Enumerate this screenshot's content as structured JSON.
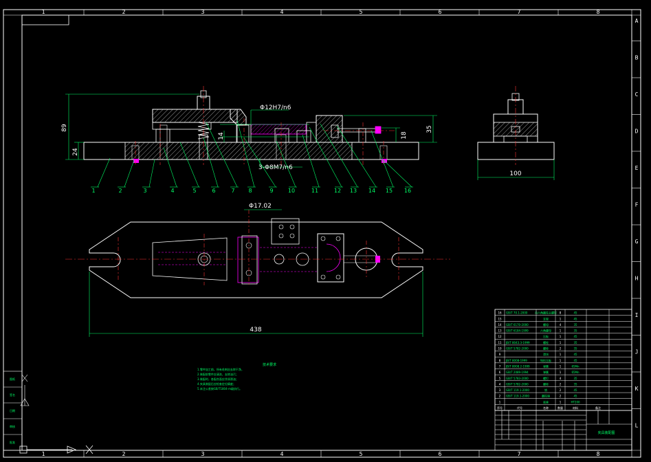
{
  "grid": {
    "columns": [
      "1",
      "2",
      "3",
      "4",
      "5",
      "6",
      "7",
      "8"
    ],
    "rows": [
      "A",
      "B",
      "C",
      "D",
      "E",
      "F",
      "G",
      "H",
      "I",
      "J",
      "K",
      "L"
    ]
  },
  "front_view": {
    "dims": {
      "height_total": "89",
      "height_base": "24",
      "fit_top": "Φ12H7/n6",
      "height_mid": "14",
      "fit_bottom": "3-Φ8M7/n6",
      "right_35": "35",
      "right_18": "18"
    },
    "balloons": [
      "1",
      "2",
      "3",
      "4",
      "5",
      "6",
      "7",
      "8",
      "9",
      "10",
      "11",
      "12",
      "13",
      "14",
      "15",
      "16"
    ]
  },
  "side_view": {
    "width_dim": "100"
  },
  "top_view": {
    "length_dim": "438",
    "hole_dim": "Φ17.02"
  },
  "notes": {
    "title": "技术要求",
    "lines": [
      "1.零件加工前，所有毛刺应去除干净，",
      "2.装配前零件应清洗，去除油污；",
      "3.装配时，各配合面应涂润滑油；",
      "4.夹具装配后应检查定位精度；",
      "5.未注公差按GB/T1804-m级执行。"
    ]
  },
  "bom": {
    "rows": [
      {
        "no": "16",
        "std": "GB/T 70.1-2000",
        "name": "内六角圆柱头螺钉",
        "qty": "8",
        "mat": "45"
      },
      {
        "no": "15",
        "std": "",
        "name": "支架",
        "qty": "1",
        "mat": "45"
      },
      {
        "no": "14",
        "std": "GB/T 6170-2000",
        "name": "螺母",
        "qty": "4",
        "mat": "35"
      },
      {
        "no": "13",
        "std": "GB/T 6184-1999",
        "name": "六角螺母",
        "qty": "1",
        "mat": "35"
      },
      {
        "no": "12",
        "std": "",
        "name": "压板",
        "qty": "1",
        "mat": "45"
      },
      {
        "no": "11",
        "std": "JB/T 8043.3-1999",
        "name": "螺栓",
        "qty": "1",
        "mat": "35"
      },
      {
        "no": "10",
        "std": "GB/T 5782-2000",
        "name": "螺栓",
        "qty": "2",
        "mat": "35"
      },
      {
        "no": "9",
        "std": "",
        "name": "滑块",
        "qty": "1",
        "mat": "45"
      },
      {
        "no": "8",
        "std": "JB/T 8008-1999",
        "name": "钩形压板",
        "qty": "1",
        "mat": "45"
      },
      {
        "no": "7",
        "std": "JB/T 8008.2-1999",
        "name": "弹簧",
        "qty": "1",
        "mat": "65Mn"
      },
      {
        "no": "6",
        "std": "GB/T 2089-1994",
        "name": "弹簧",
        "qty": "1",
        "mat": "65Mn"
      },
      {
        "no": "5",
        "std": "GB/T 5783-2000",
        "name": "螺钉",
        "qty": "4",
        "mat": "35"
      },
      {
        "no": "4",
        "std": "GB/T 5782-2000",
        "name": "螺栓",
        "qty": "2",
        "mat": "35"
      },
      {
        "no": "3",
        "std": "GB/T 119.1-2000",
        "name": "销",
        "qty": "2",
        "mat": "45"
      },
      {
        "no": "2",
        "std": "GB/T 119.1-2000",
        "name": "圆柱销",
        "qty": "2",
        "mat": "45"
      },
      {
        "no": "1",
        "std": "",
        "name": "底座",
        "qty": "1",
        "mat": "HT200"
      }
    ],
    "header": {
      "no": "序号",
      "std": "代号",
      "name": "名称",
      "qty": "数量",
      "mat": "材料",
      "note": "备注"
    }
  },
  "title_block": {
    "drawing_name": "夹具装配图"
  },
  "left_panel": [
    "图纸",
    "签名",
    "日期",
    "审核",
    "批准"
  ],
  "colors": {
    "border": "#ffffff",
    "frame_tick": "#00ffff",
    "dim": "#00ff66",
    "center": "#ff3333",
    "hidden": "#ff00ff",
    "part": "#ffffff"
  }
}
